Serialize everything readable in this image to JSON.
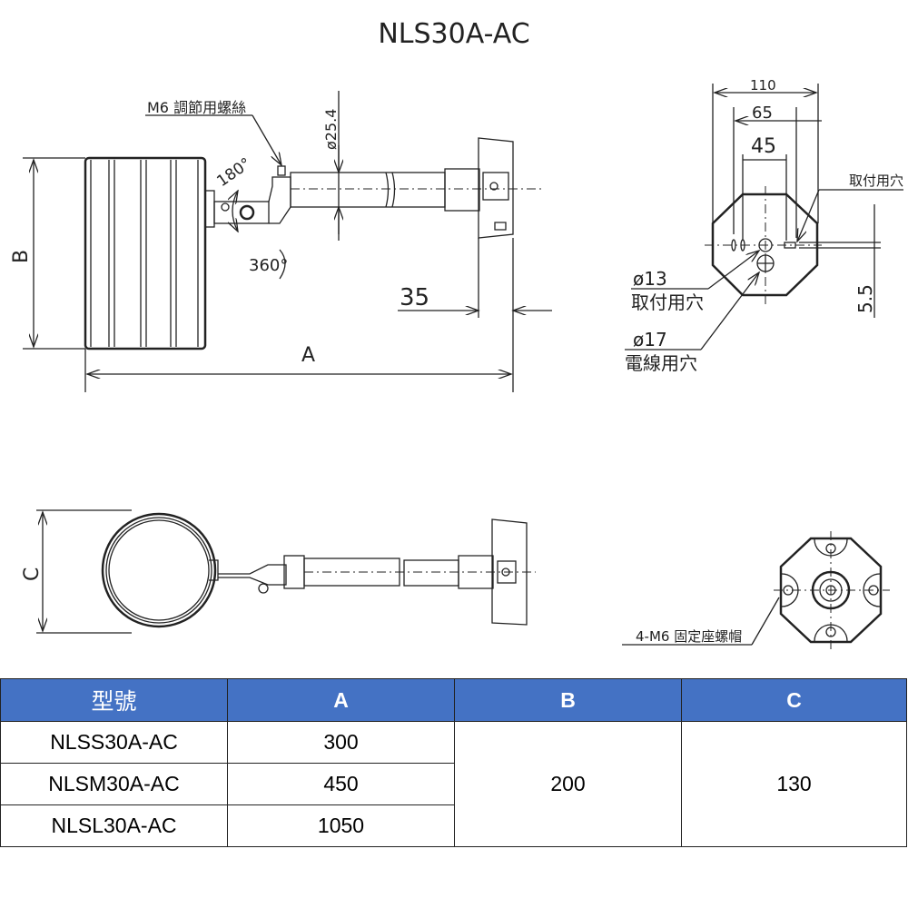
{
  "title": "NLS30A-AC",
  "drawing": {
    "side_view": {
      "adjust_screw": "M6 調節用螺絲",
      "pipe_dia": "ø25.4",
      "angle_tilt": "180°",
      "angle_rotate": "360°",
      "dim_a": "A",
      "dim_b": "B",
      "dim_35": "35"
    },
    "mount_view": {
      "dim_110": "110",
      "dim_65": "65",
      "dim_45": "45",
      "mount_hole": "取付用穴",
      "dim_55": "5.5",
      "hole13_dia": "ø13",
      "hole13_label": "取付用穴",
      "hole17_dia": "ø17",
      "hole17_label": "電線用穴"
    },
    "top_view": {
      "dim_c": "C"
    },
    "front_view": {
      "nut_label": "4-M6 固定座螺帽"
    }
  },
  "table": {
    "headers": [
      "型號",
      "A",
      "B",
      "C"
    ],
    "rows": [
      {
        "model": "NLSS30A-AC",
        "a": "300"
      },
      {
        "model": "NLSM30A-AC",
        "a": "450"
      },
      {
        "model": "NLSL30A-AC",
        "a": "1050"
      }
    ],
    "b": "200",
    "c": "130",
    "header_color": "#4472C4"
  }
}
